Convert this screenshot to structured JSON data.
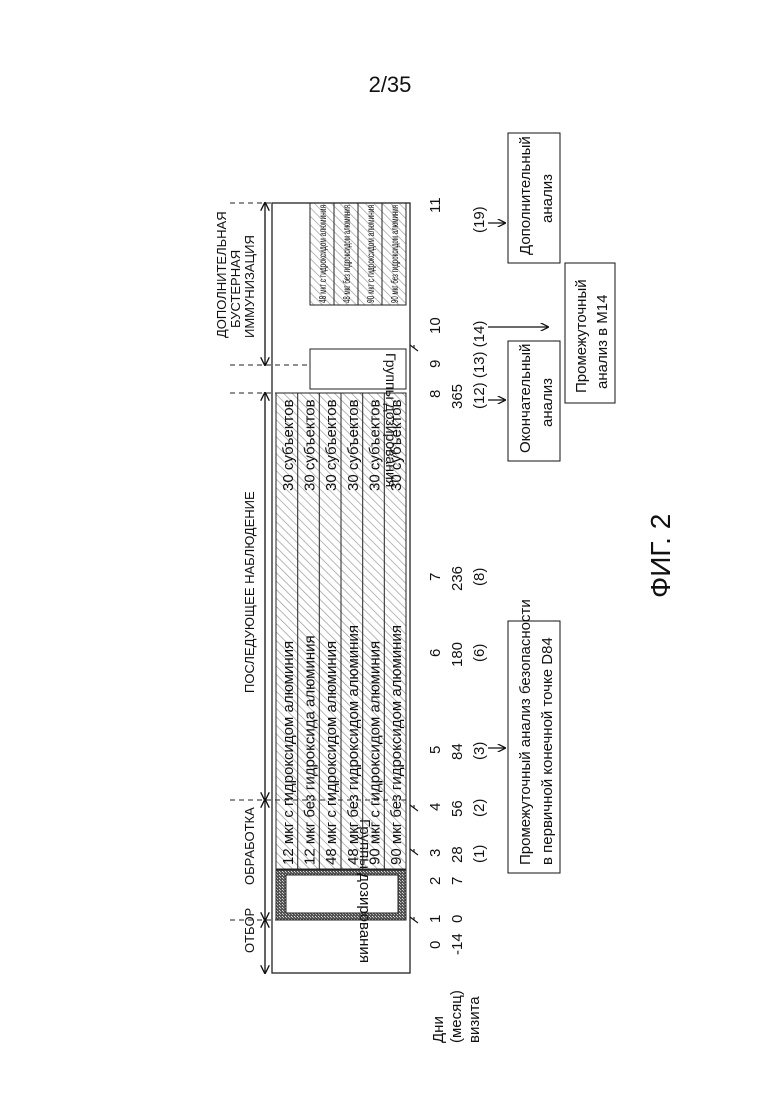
{
  "page_number": "2/35",
  "figure_label": "ФИГ. 2",
  "phases": {
    "screening": "ОТБОР",
    "treatment": "ОБРАБОТКА",
    "followup": "ПОСЛЕДУЮЩЕЕ НАБЛЮДЕНИЕ",
    "booster": [
      "ДОПОЛНИТЕЛЬНАЯ",
      "БУСТЕРНАЯ",
      "ИММУНИЗАЦИЯ"
    ]
  },
  "dosing_label_1": "Группы дозирования",
  "dosing_label_2": "Группы дозирования",
  "groups": [
    {
      "label": "12 мкг с гидроксидом алюминия",
      "subjects": "30 субъектов"
    },
    {
      "label": "12 мкг без гидроксида алюминия",
      "subjects": "30 субъектов"
    },
    {
      "label": "48 мкг с гидроксидом алюминия",
      "subjects": "30 субъектов"
    },
    {
      "label": "48 мкг без гидроксидом алюминия",
      "subjects": "30 субъектов"
    },
    {
      "label": "90 мкг с гидроксидом алюминия",
      "subjects": "30 субъектов"
    },
    {
      "label": "90 мкг без гидроксидом алюминия",
      "subjects": "30 субъектов"
    }
  ],
  "booster_groups": [
    "48 мкг с гидроксидом алюминия",
    "48 мкг без гидроксидом алюминия",
    "90 мкг с гидроксидом алюминия",
    "90 мкг без гидроксидом алюминия"
  ],
  "axis_label": [
    "Дни",
    "(месяц)",
    "визита"
  ],
  "visits": [
    "0",
    "1",
    "2",
    "3",
    "4",
    "5",
    "6",
    "7",
    "8",
    "9",
    "10",
    "11"
  ],
  "days": [
    "-14",
    "0",
    "7",
    "28",
    "56",
    "84",
    "180",
    "236",
    "365"
  ],
  "months": [
    "(1)",
    "(2)",
    "(3)",
    "(6)",
    "(8)",
    "(12) (13) (14)",
    "(19)"
  ],
  "analyses": {
    "interim_d84": [
      "Промежуточный анализ безопасности",
      "в первичной конечной точке D84"
    ],
    "final": [
      "Окончательный",
      "анализ"
    ],
    "interim_m14": [
      "Промежуточный",
      "анализ в М14"
    ],
    "additional": [
      "Дополнительный",
      "анализ"
    ]
  }
}
